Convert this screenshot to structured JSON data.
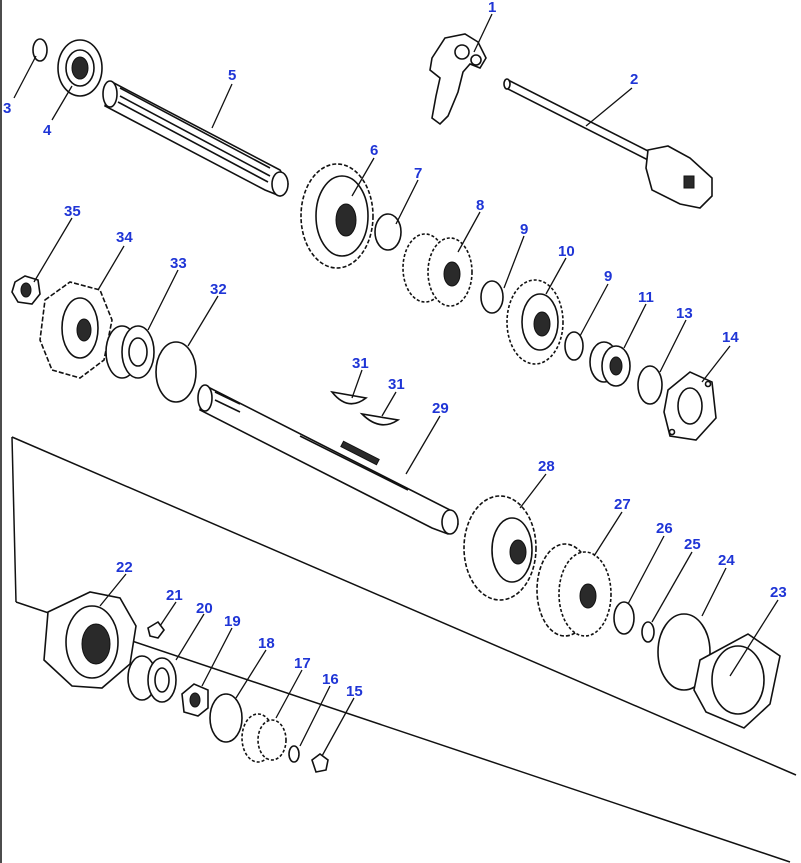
{
  "colors": {
    "callout": "#1f35d6",
    "line": "#111111",
    "background": "#ffffff"
  },
  "callouts": [
    "1",
    "2",
    "3",
    "4",
    "5",
    "6",
    "7",
    "8",
    "9",
    "10",
    "9",
    "11",
    "13",
    "14",
    "35",
    "34",
    "33",
    "32",
    "31",
    "31",
    "29",
    "28",
    "27",
    "26",
    "25",
    "24",
    "23",
    "22",
    "21",
    "20",
    "19",
    "18",
    "17",
    "16",
    "15"
  ]
}
